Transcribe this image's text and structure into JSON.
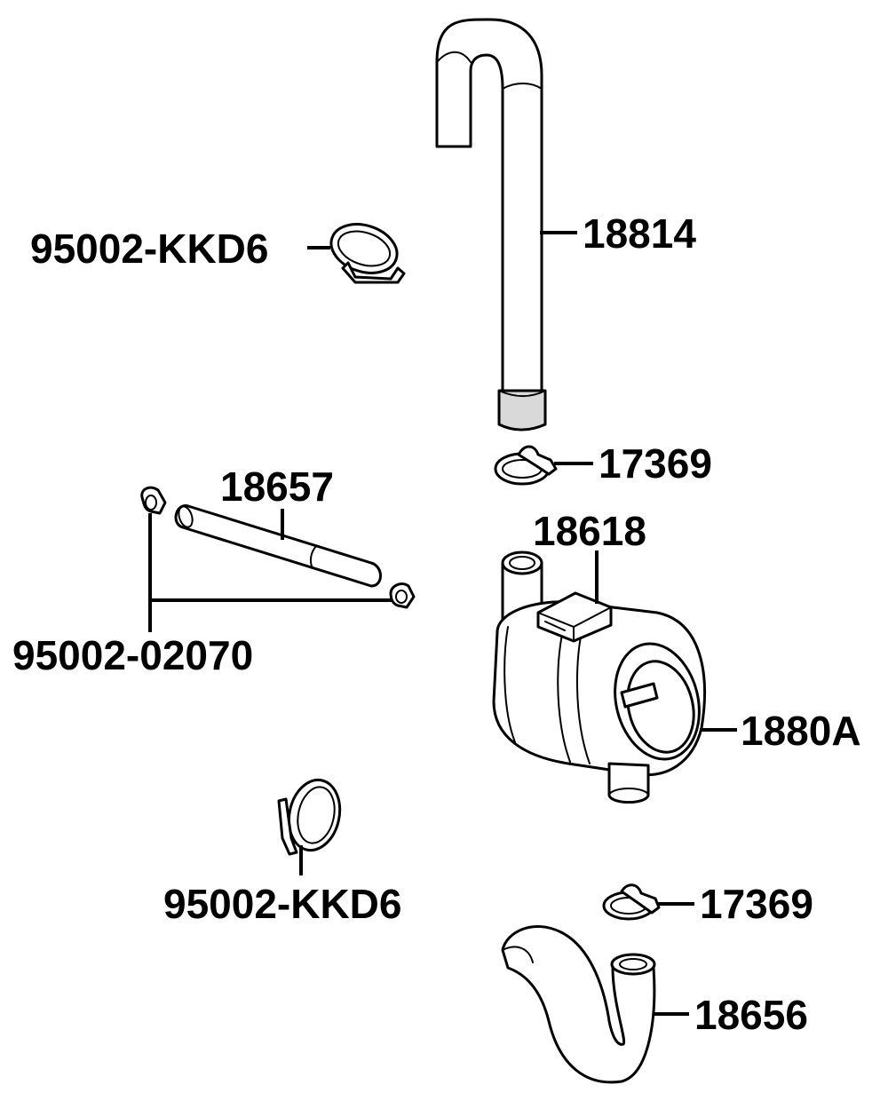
{
  "diagram": {
    "parts": [
      {
        "id": "hose-upper",
        "number": "18814"
      },
      {
        "id": "clamp-upper",
        "number": "95002-KKD6"
      },
      {
        "id": "clip-upper",
        "number": "17369"
      },
      {
        "id": "tube",
        "number": "18657"
      },
      {
        "id": "clip-pair",
        "number": "95002-02070"
      },
      {
        "id": "reed-valve",
        "number": "18618"
      },
      {
        "id": "air-case",
        "number": "1880A"
      },
      {
        "id": "clamp-lower",
        "number": "95002-KKD6"
      },
      {
        "id": "clip-lower",
        "number": "17369"
      },
      {
        "id": "hose-lower",
        "number": "18656"
      }
    ]
  }
}
